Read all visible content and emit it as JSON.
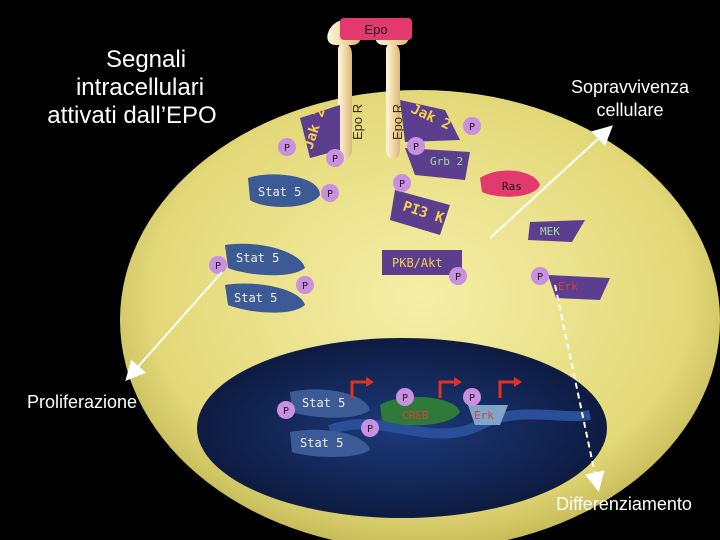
{
  "title": [
    "Segnali",
    "intracellulari",
    "attivati dall’EPO"
  ],
  "ligand": "Epo",
  "receptors": [
    "Epo R",
    "Epo R"
  ],
  "kinases": {
    "jak_left": "Jak 2",
    "jak_right": "Jak 2"
  },
  "phospho": "P",
  "proteins": {
    "grb2": "Grb 2",
    "ras": "Ras",
    "pi3k": "PI3 K",
    "mek": "MEK",
    "pkb": "PKB/Akt",
    "erk": "Erk",
    "stat5": "Stat 5",
    "creb": "CREB"
  },
  "outcomes": {
    "survival": [
      "Sopravvivenza",
      "cellulare"
    ],
    "proliferation": "Proliferazione",
    "differentiation": "Differenziamento"
  },
  "colors": {
    "background": "#000000",
    "cell": "#e9e07f",
    "nucleus": "#10204e",
    "receptor": "#f3ddb0",
    "jak": "#5b3e8e",
    "phospho": "#c98fe0",
    "ligand": "#e23a6e",
    "ras": "#e23a6e",
    "stat": "#3c5a95"
  }
}
